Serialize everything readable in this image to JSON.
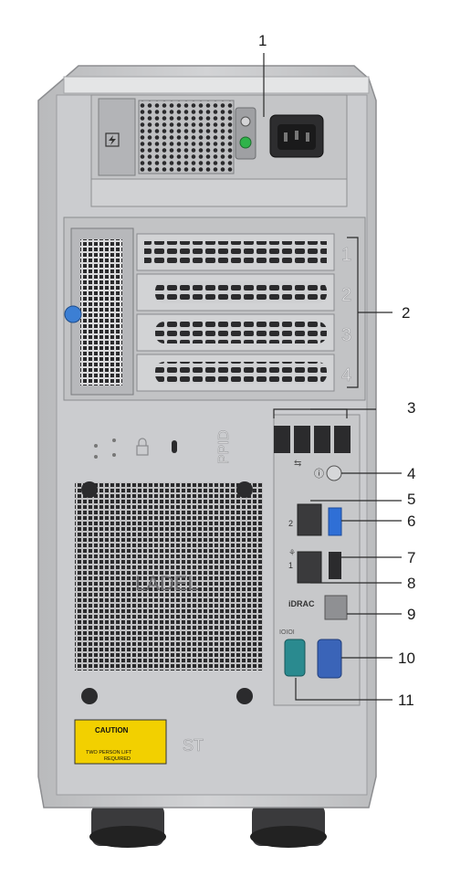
{
  "diagram": {
    "callouts": [
      "1",
      "2",
      "3",
      "4",
      "5",
      "6",
      "7",
      "8",
      "9",
      "10",
      "11"
    ],
    "slot_numbers": [
      "1",
      "2",
      "3",
      "4"
    ],
    "port_labels": {
      "nic_2": "2",
      "nic_1": "1",
      "idrac": "iDRAC",
      "ppid": "PPID",
      "serial": "IOIOI",
      "chassis_mark": "ST",
      "fan_text": "LADEL"
    },
    "caution_label": {
      "title": "CAUTION",
      "line1": "TWO PERSON LIFT",
      "line2": "REQUIRED"
    },
    "colors": {
      "chassis": "#c8c9cb",
      "chassis_dark": "#8d8e91",
      "fan": "#2b2b2d",
      "usb3_blue": "#2f6fd6",
      "caution_yellow": "#f2d000",
      "vga_blue": "#3a64b8",
      "serial_teal": "#2a8a8f",
      "led_green": "#2fb34a",
      "screw_blue": "#3c7fd4"
    }
  }
}
